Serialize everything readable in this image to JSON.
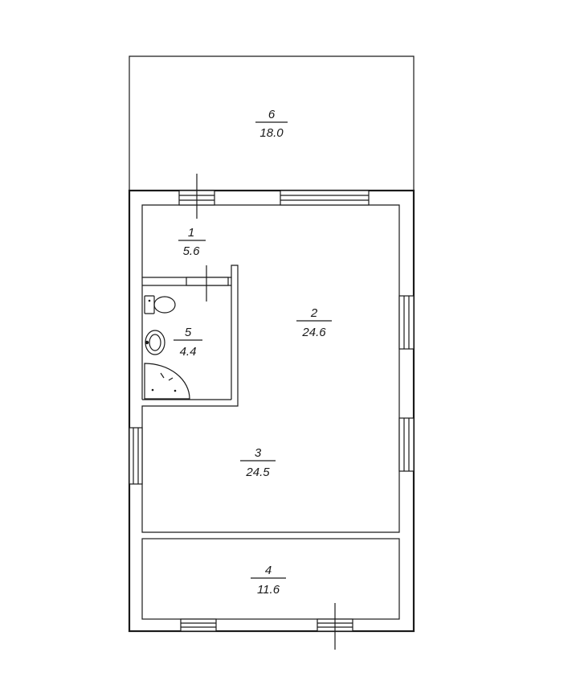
{
  "rooms": [
    {
      "number": "6",
      "area": "18.0"
    },
    {
      "number": "1",
      "area": "5.6"
    },
    {
      "number": "2",
      "area": "24.6"
    },
    {
      "number": "5",
      "area": "4.4"
    },
    {
      "number": "3",
      "area": "24.5"
    },
    {
      "number": "4",
      "area": "11.6"
    }
  ],
  "fixtures": {
    "toilet": "toilet-icon",
    "sink": "sink-icon",
    "shower": "shower-icon"
  },
  "colors": {
    "line": "#1a1a1a",
    "background": "#ffffff"
  }
}
